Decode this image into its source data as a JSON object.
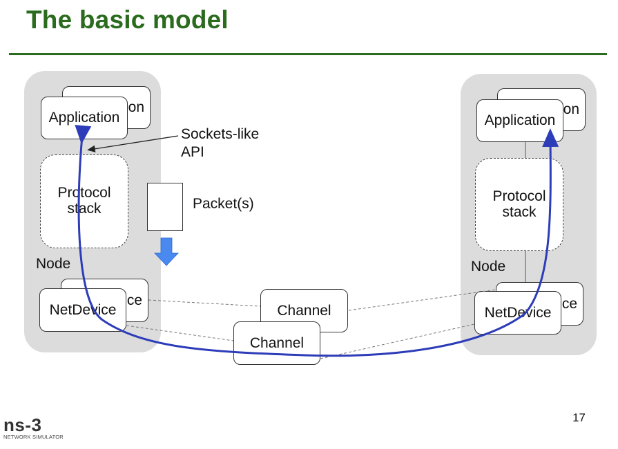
{
  "slide": {
    "title": "The basic model",
    "page_number": "17"
  },
  "left_node": {
    "application_back": "on",
    "application_front": "Application",
    "protocol_stack": "Protocol stack",
    "node_label": "Node",
    "netdevice_back": "ce",
    "netdevice_front": "NetDevice"
  },
  "right_node": {
    "application_back": "on",
    "application_front": "Application",
    "protocol_stack": "Protocol stack",
    "node_label": "Node",
    "netdevice_back": "ce",
    "netdevice_front": "NetDevice"
  },
  "middle": {
    "api_label": "Sockets-like API",
    "packet_label": "Packet(s)",
    "channel_back": "Channel",
    "channel_front": "Channel"
  },
  "logo": {
    "mark": "ns-3",
    "subtitle": "NETWORK SIMULATOR"
  },
  "colors": {
    "title": "#2a6b1e",
    "node_bg": "#dcdcdc",
    "path_line": "#2d3cb8",
    "down_arrow": "#4a8af0"
  }
}
